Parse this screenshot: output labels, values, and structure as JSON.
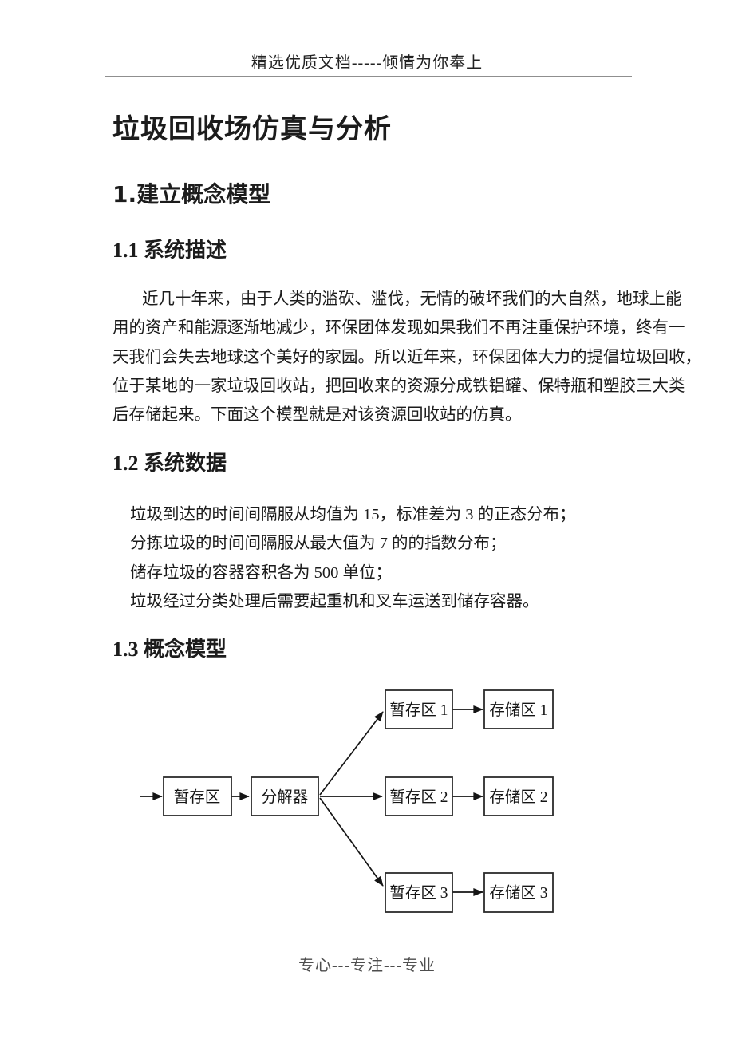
{
  "header": {
    "slogan": "精选优质文档-----倾情为你奉上"
  },
  "title": "垃圾回收场仿真与分析",
  "sections": {
    "s1": {
      "heading": "1.建立概念模型"
    },
    "s11": {
      "heading": "1.1 系统描述",
      "paragraph_lines": [
        "近几十年来，由于人类的滥砍、滥伐，无情的破坏我们的大自然，地球上能",
        "用的资产和能源逐渐地减少，环保团体发现如果我们不再注重保护环境，终有一",
        "天我们会失去地球这个美好的家园。所以近年来，环保团体大力的提倡垃圾回收，",
        "位于某地的一家垃圾回收站，把回收来的资源分成铁铝罐、保特瓶和塑胶三大类",
        "后存储起来。下面这个模型就是对该资源回收站的仿真。"
      ]
    },
    "s12": {
      "heading": "1.2 系统数据",
      "lines": [
        "垃圾到达的时间间隔服从均值为 15，标准差为 3 的正态分布；",
        "分拣垃圾的时间间隔服从最大值为 7 的的指数分布；",
        "储存垃圾的容器容积各为 500 单位；",
        "垃圾经过分类处理后需要起重机和叉车运送到储存容器。"
      ]
    },
    "s13": {
      "heading": "1.3 概念模型"
    }
  },
  "diagram": {
    "boxes": [
      {
        "id": "buffer",
        "label": "暂存区"
      },
      {
        "id": "decomposer",
        "label": "分解器"
      },
      {
        "id": "buffer-1",
        "label": "暂存区 1"
      },
      {
        "id": "buffer-2",
        "label": "暂存区 2"
      },
      {
        "id": "buffer-3",
        "label": "暂存区 3"
      },
      {
        "id": "storage-1",
        "label": "存储区 1"
      },
      {
        "id": "storage-2",
        "label": "存储区 2"
      },
      {
        "id": "storage-3",
        "label": "存储区 3"
      }
    ]
  },
  "footer": {
    "slogan": "专心---专注---专业"
  },
  "colors": {
    "text": "#1c1c1c",
    "footer_text": "#4d4d4d",
    "header_rule": "#a8a8a8",
    "diagram_stroke": "#2b2b2b",
    "page_background": "#ffffff"
  }
}
